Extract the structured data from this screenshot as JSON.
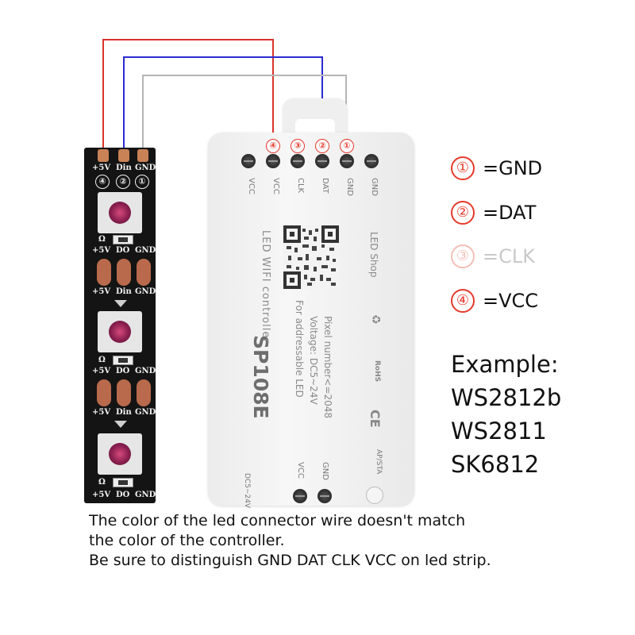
{
  "strip": {
    "top_labels": [
      "+5V",
      "Din",
      "GND"
    ],
    "top_numbers": [
      "④",
      "②",
      "①"
    ],
    "row_labels": [
      "+5V",
      "DO",
      "GND"
    ],
    "in_labels": [
      "+5V",
      "Din",
      "GND"
    ],
    "res_label": "Ω"
  },
  "controller": {
    "terminal_numbers": [
      "④",
      "③",
      "②",
      "①"
    ],
    "top_pins": [
      "VCC",
      "VCC",
      "CLK",
      "DAT",
      "GND",
      "GND"
    ],
    "brand": "SP108E",
    "product": "LED WIFI controller",
    "spec_1": "For addressable LED",
    "spec_2": "Voltage: DC5~24V",
    "spec_3": "Pixel number<=2048",
    "app": "LED Shop",
    "bottom_pins": [
      "VCC",
      "GND"
    ],
    "power_label": "DC5~24V",
    "button_label": "AP/STA",
    "ce": "CE",
    "rohs": "RoHS"
  },
  "legend": [
    {
      "num": "①",
      "text": "=GND",
      "muted": false
    },
    {
      "num": "②",
      "text": "=DAT",
      "muted": false
    },
    {
      "num": "③",
      "text": "=CLK",
      "muted": true
    },
    {
      "num": "④",
      "text": "=VCC",
      "muted": false
    }
  ],
  "example": {
    "title": "Example:",
    "items": [
      "WS2812b",
      "WS2811",
      "SK6812"
    ]
  },
  "note": {
    "line1": "The color of the led connector wire doesn't match",
    "line2": "the color of the controller.",
    "line3": "Be sure to distinguish GND DAT CLK VCC on led strip."
  },
  "colors": {
    "wire_vcc": "#d9342b",
    "wire_dat": "#2b2bd0",
    "wire_gnd": "#b5b5b5",
    "accent_red": "#e53a2b"
  }
}
